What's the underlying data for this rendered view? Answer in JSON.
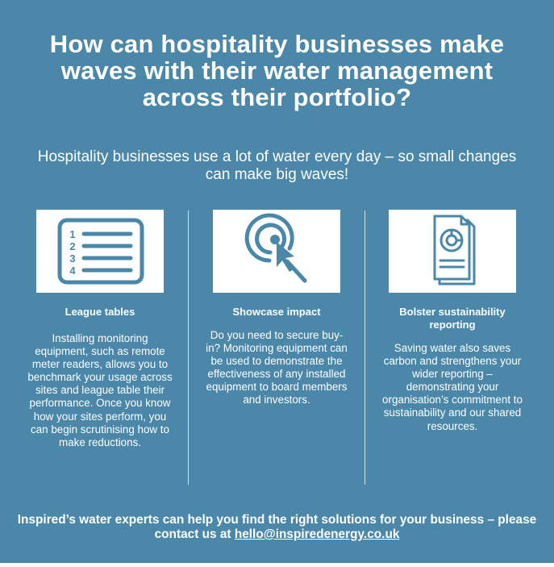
{
  "header": {
    "title": "How can hospitality businesses make waves with their water management across their portfolio?",
    "subtitle": "Hospitality businesses use a lot of water every day – so small changes can make big waves!"
  },
  "columns": [
    {
      "icon": "numbered-list-icon",
      "icon_numbers": [
        "1",
        "2",
        "3",
        "4"
      ],
      "heading": "League tables",
      "body": "Installing monitoring equipment, such as remote meter readers, allows you to benchmark your usage across sites and league table their performance. Once you know how your sites perform, you can begin scrutinising how to make reductions."
    },
    {
      "icon": "target-cursor-icon",
      "heading": "Showcase impact",
      "body": "Do you need to secure buy-in? Monitoring equipment can be used to demonstrate the effectiveness of any installed equipment to board members and investors."
    },
    {
      "icon": "report-document-icon",
      "heading": "Bolster sustainability reporting",
      "body": "Saving water also saves carbon and strengthens your wider reporting – demonstrating your organisation’s commitment to sustainability and our shared resources."
    }
  ],
  "footer": {
    "text": "Inspired’s water experts can help you find the right solutions for your business – please contact us at",
    "email": "hello@inspiredenergy.co.uk"
  },
  "colors": {
    "background": "#4a87a8",
    "icon_stroke": "#4a87a8",
    "text": "#ffffff"
  }
}
